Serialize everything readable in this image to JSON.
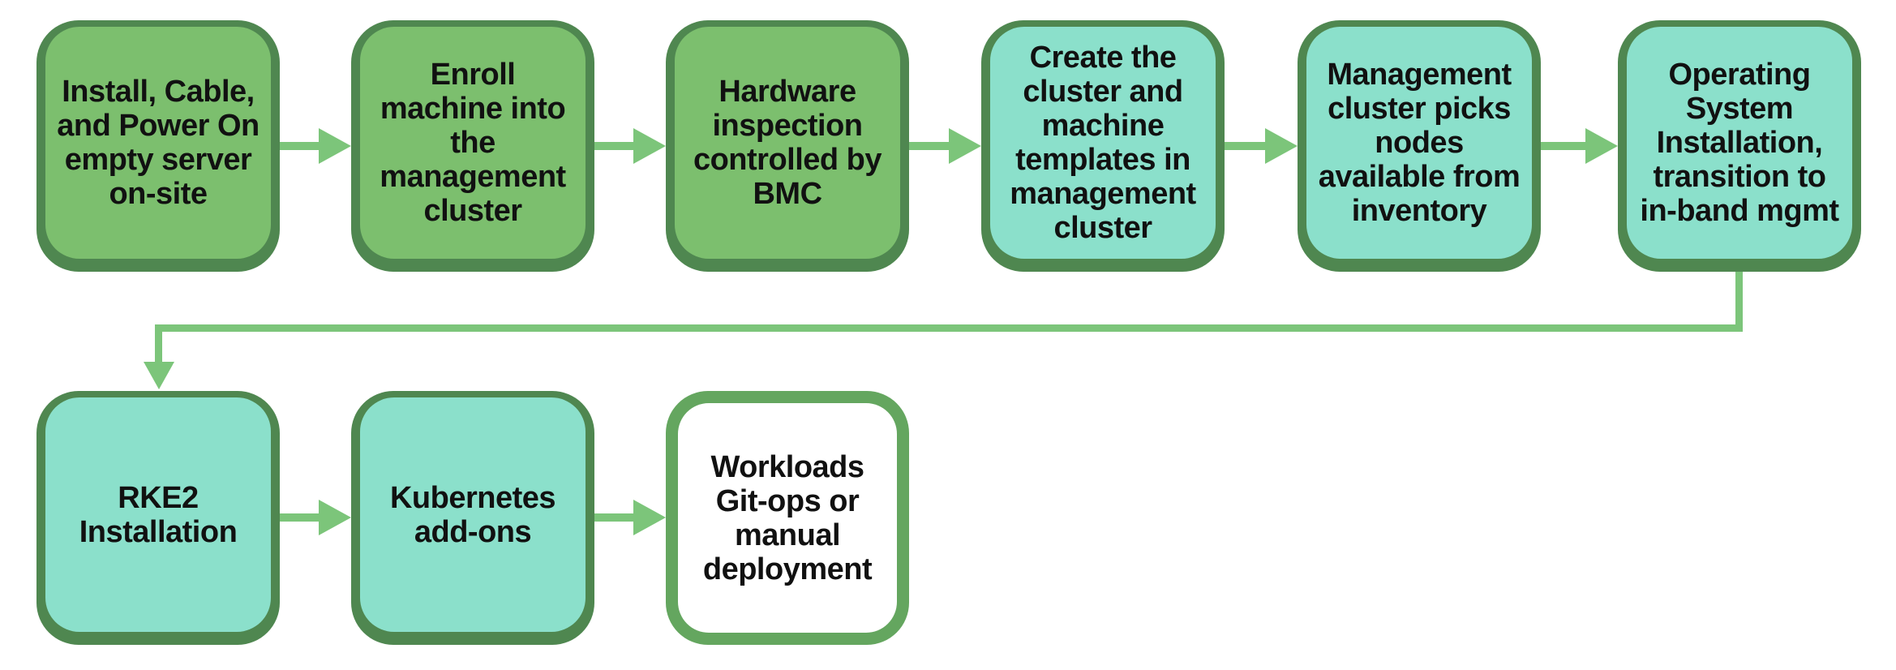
{
  "colors": {
    "green_fill": "#7cbf6e",
    "teal_fill": "#8be0cb",
    "white_fill": "#ffffff",
    "box_border": "#4f8750",
    "white_box_border": "#64a65f",
    "arrow": "#7cc57a",
    "text": "#111111",
    "bg": "#ffffff"
  },
  "flow": {
    "row1": [
      {
        "label": "Install, Cable,\nand Power On\nempty server\non-site",
        "variant": "green"
      },
      {
        "label": "Enroll\nmachine into\nthe\nmanagement\ncluster",
        "variant": "green"
      },
      {
        "label": "Hardware\ninspection\ncontrolled by\nBMC",
        "variant": "green"
      },
      {
        "label": "Create the\ncluster and\nmachine\ntemplates in\nmanagement\ncluster",
        "variant": "teal"
      },
      {
        "label": "Management\ncluster picks\nnodes\navailable from\ninventory",
        "variant": "teal"
      },
      {
        "label": "Operating\nSystem\nInstallation,\ntransition to\nin-band mgmt",
        "variant": "teal"
      }
    ],
    "row2": [
      {
        "label": "RKE2\nInstallation",
        "variant": "teal"
      },
      {
        "label": "Kubernetes\nadd-ons",
        "variant": "teal"
      },
      {
        "label": "Workloads\nGit-ops or\nmanual\ndeployment",
        "variant": "white"
      }
    ]
  }
}
